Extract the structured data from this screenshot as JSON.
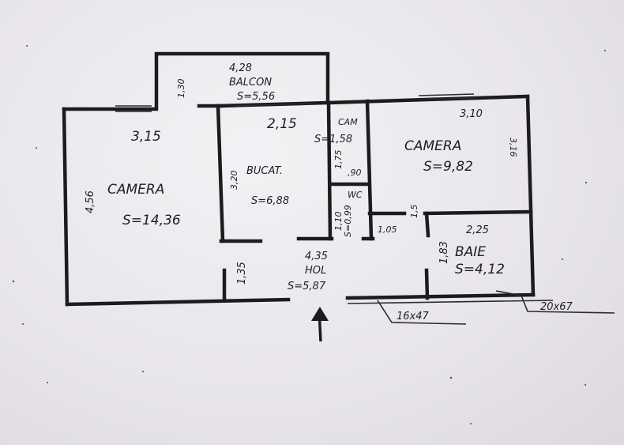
{
  "balcony": {
    "dim_top": "4,28",
    "name": "BALCON",
    "area": "S=5,56",
    "dim_side": "1,30"
  },
  "room_left": {
    "name": "CAMERA",
    "area": "S=14,36",
    "dim_top": "3,15",
    "dim_side": "4,56",
    "dim_bottom": "1,35"
  },
  "kitchen": {
    "name": "BUCAT.",
    "area": "S=6,88",
    "dim_top": "2,15",
    "dim_side": "3,20"
  },
  "pantry": {
    "name": "CAM",
    "area": "S=1,58",
    "dim_side": "1,75",
    "dim_bottom": ",90"
  },
  "wc": {
    "name": "WC",
    "area": "S=0,99",
    "dim_side": "1,10"
  },
  "room_right": {
    "name": "CAMERA",
    "area": "S=9,82",
    "dim_top": "3,10",
    "dim_side": "3,16"
  },
  "bath": {
    "name": "BAIE",
    "area": "S=4,12",
    "dim_top": "2,25",
    "dim_side": "1,83"
  },
  "hall": {
    "name": "HOL",
    "area": "S=5,87",
    "dim_top": "4,35",
    "dim_a": "1,05",
    "dim_b": "1,5"
  },
  "notes": {
    "door_size": "16x47",
    "window_size": "20x67"
  }
}
